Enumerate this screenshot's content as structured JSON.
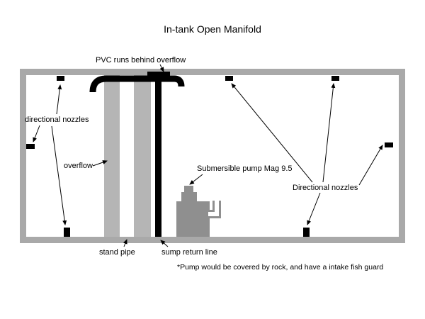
{
  "title": "In-tank Open Manifold",
  "labels": {
    "pvc": "PVC runs behind overflow",
    "directional_nozzles_left": "directional nozzles",
    "overflow": "overflow",
    "pump": "Submersible pump Mag 9.5",
    "directional_nozzles_right": "Directional nozzles",
    "stand_pipe": "stand pipe",
    "sump_return": "sump return line",
    "footnote": "*Pump would be covered by rock, and have a intake fish guard"
  },
  "colors": {
    "tank_border": "#a9a9a9",
    "overflow_gray": "#b5b5b5",
    "pump_gray": "#8f8f8f",
    "pipe_black": "#000000"
  }
}
